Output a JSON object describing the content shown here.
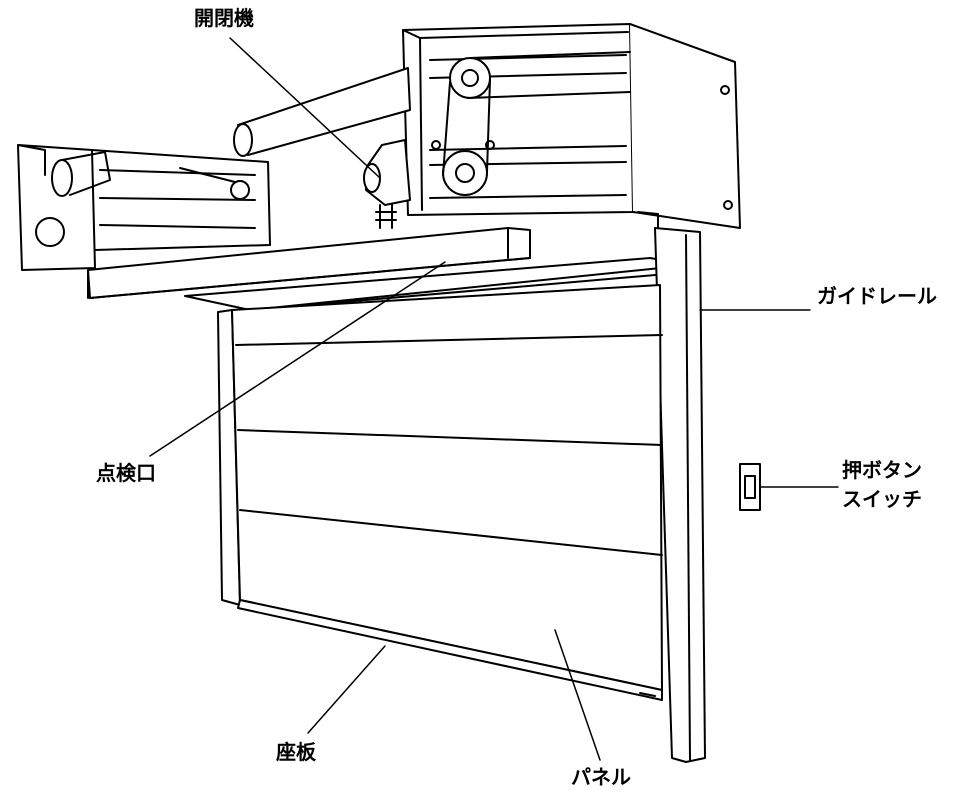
{
  "labels": {
    "opener": "開閉機",
    "guide_rail": "ガイドレール",
    "inspection_hatch": "点検口",
    "push_button_switch_line1": "押ボタン",
    "push_button_switch_line2": "スイッチ",
    "bottom_plate": "座板",
    "panel": "パネル"
  },
  "colors": {
    "ink": "#000000",
    "paper": "#ffffff",
    "shade": "#e8e8e8"
  }
}
